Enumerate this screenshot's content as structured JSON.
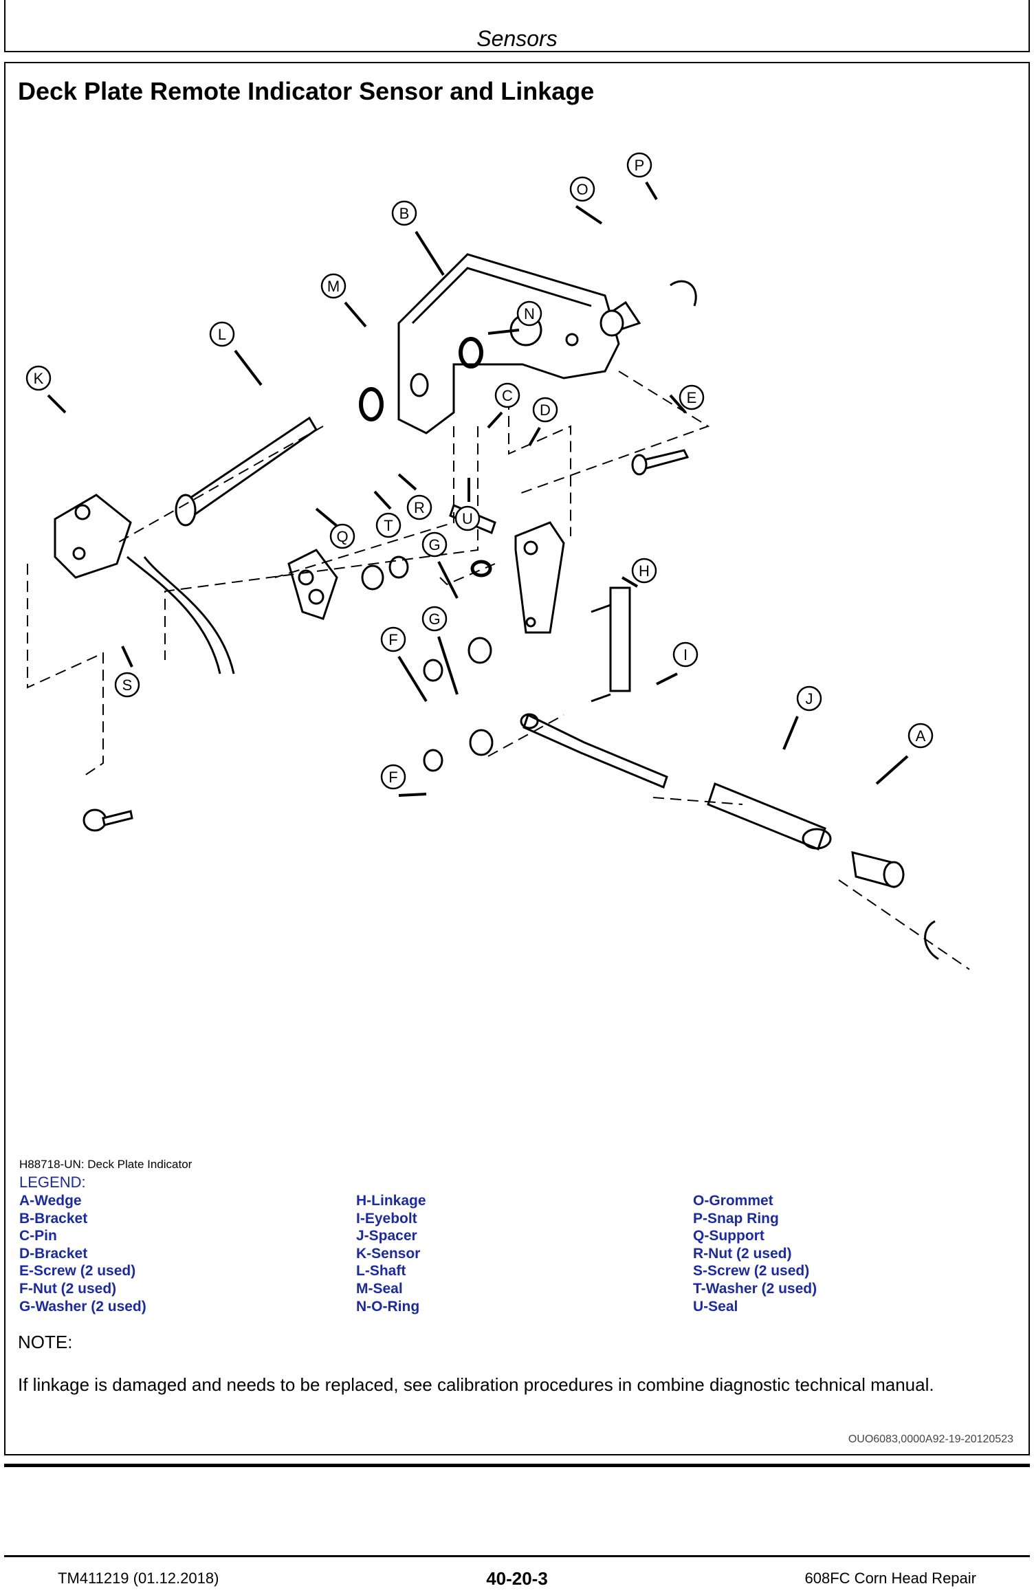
{
  "header": {
    "section": "Sensors"
  },
  "title": "Deck Plate Remote Indicator Sensor and Linkage",
  "figure": {
    "caption": "H88718-UN: Deck Plate Indicator",
    "callouts": [
      "A",
      "B",
      "C",
      "D",
      "E",
      "F",
      "F",
      "G",
      "G",
      "H",
      "I",
      "J",
      "K",
      "L",
      "M",
      "N",
      "O",
      "P",
      "Q",
      "R",
      "S",
      "T",
      "U"
    ]
  },
  "legend": {
    "title": "LEGEND:",
    "col1": [
      "A-Wedge",
      "B-Bracket",
      "C-Pin",
      "D-Bracket",
      "E-Screw (2 used)",
      "F-Nut (2 used)",
      "G-Washer (2 used)"
    ],
    "col2": [
      "H-Linkage",
      "I-Eyebolt",
      "J-Spacer",
      "K-Sensor",
      "L-Shaft",
      "M-Seal",
      "N-O-Ring"
    ],
    "col3": [
      "O-Grommet",
      "P-Snap Ring",
      "Q-Support",
      "R-Nut (2 used)",
      "S-Screw (2 used)",
      "T-Washer (2 used)",
      "U-Seal"
    ]
  },
  "note": {
    "label": "NOTE:",
    "text": "If linkage is damaged and needs to be replaced, see calibration procedures in combine diagnostic technical manual."
  },
  "reference": "OUO6083,0000A92-19-20120523",
  "footer": {
    "left": "TM411219 (01.12.2018)",
    "center": "40-20-3",
    "right": "608FC Corn Head Repair"
  },
  "colors": {
    "legend": "#1a2aa6"
  }
}
